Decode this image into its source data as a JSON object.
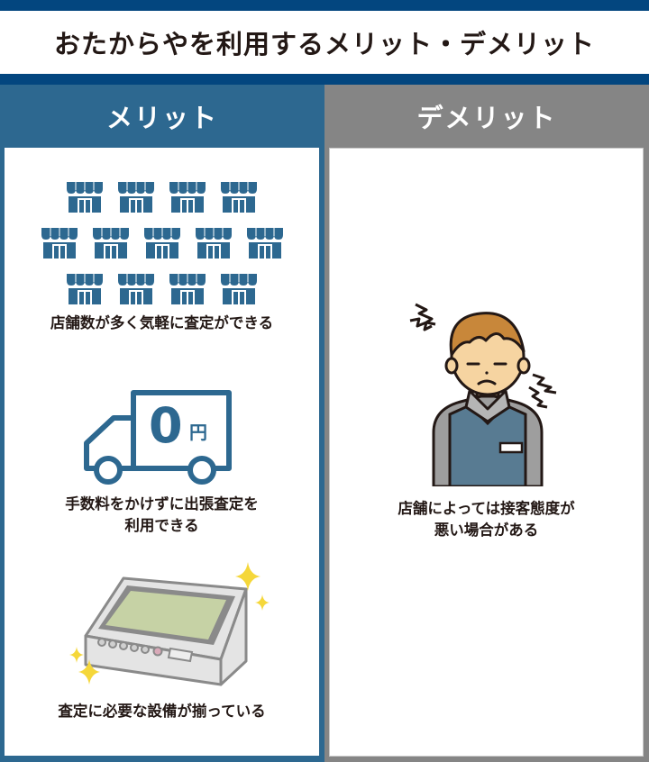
{
  "header": {
    "title": "おたからやを利用するメリット・デメリット"
  },
  "merits": {
    "heading": "メリット",
    "items": [
      {
        "icon": "stores-icon",
        "caption": "店舗数が多く気軽に査定ができる"
      },
      {
        "icon": "delivery-truck-icon",
        "badge": "0",
        "badge_unit": "円",
        "caption_line1": "手数料をかけずに出張査定を",
        "caption_line2": "利用できる"
      },
      {
        "icon": "appraisal-machine-icon",
        "caption": "査定に必要な設備が揃っている"
      }
    ]
  },
  "demerits": {
    "heading": "デメリット",
    "items": [
      {
        "icon": "annoyed-clerk-icon",
        "caption_line1": "店舗によっては接客態度が",
        "caption_line2": "悪い場合がある"
      }
    ]
  },
  "colors": {
    "navy": "#03467f",
    "merit_blue": "#2d6890",
    "demerit_gray": "#858585",
    "text": "#231815",
    "sparkle": "#f5d73a"
  }
}
